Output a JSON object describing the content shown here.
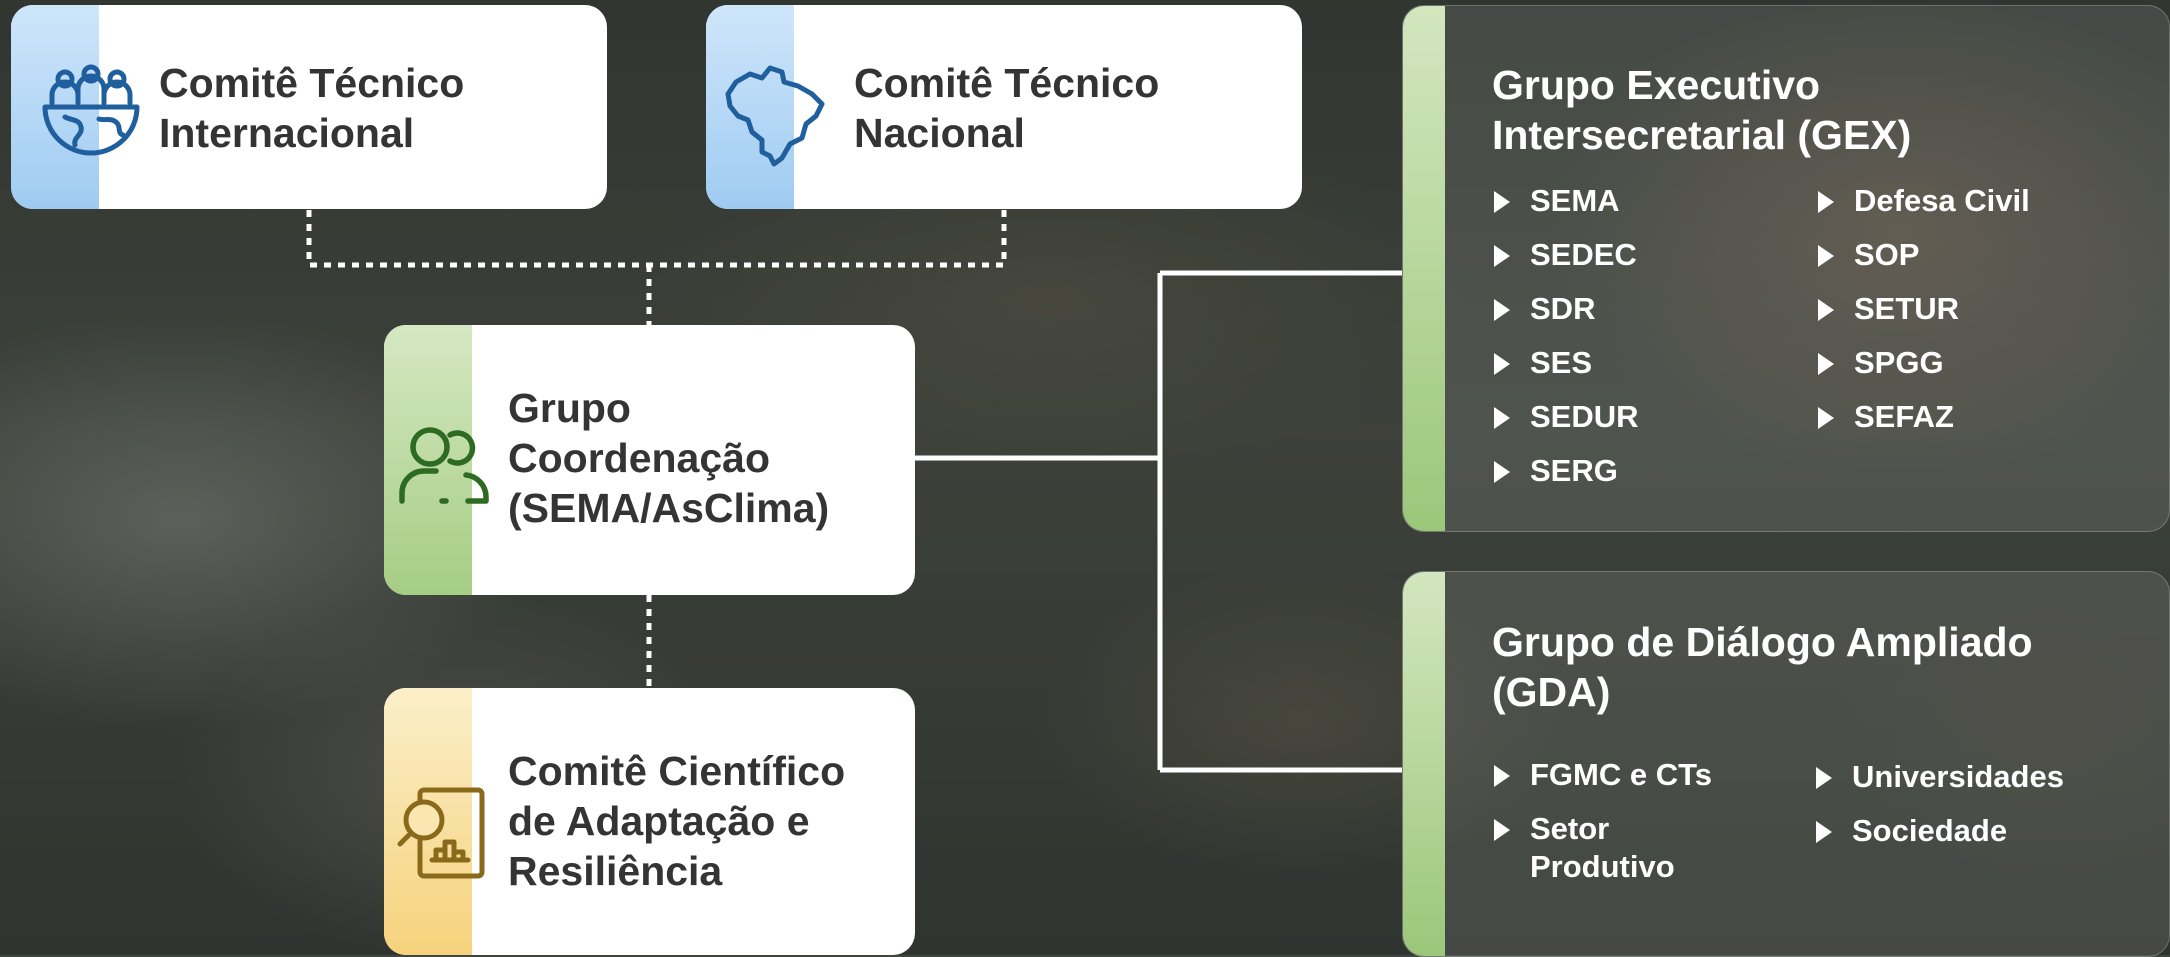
{
  "committees": {
    "international": {
      "title": "Comitê Técnico\nInternacional",
      "icon": "globe-people-icon"
    },
    "national": {
      "title": "Comitê Técnico\nNacional",
      "icon": "brazil-map-icon"
    },
    "coordination": {
      "title": "Grupo\nCoordenação\n(SEMA/AsClima)",
      "icon": "users-icon"
    },
    "scientific": {
      "title": "Comitê Científico\nde Adaptação e\nResiliência",
      "icon": "search-chart-icon"
    }
  },
  "gex": {
    "title": "Grupo Executivo\nIntersecretarial (GEX)",
    "col1": [
      "SEMA",
      "SEDEC",
      "SDR",
      "SES",
      "SEDUR",
      "SERG"
    ],
    "col2": [
      "Defesa Civil",
      "SOP",
      "SETUR",
      "SPGG",
      "SEFAZ"
    ]
  },
  "gda": {
    "title": "Grupo de Diálogo Ampliado\n(GDA)",
    "col1": [
      "FGMC e CTs",
      "Setor\nProdutivo"
    ],
    "col2": [
      "Universidades",
      "Sociedade"
    ]
  },
  "colors": {
    "blue_icon": "#1f5f9e",
    "green_icon": "#2e6b22",
    "gold_icon": "#8a6a1a",
    "text_dark": "#343434",
    "connector": "#ffffff"
  }
}
